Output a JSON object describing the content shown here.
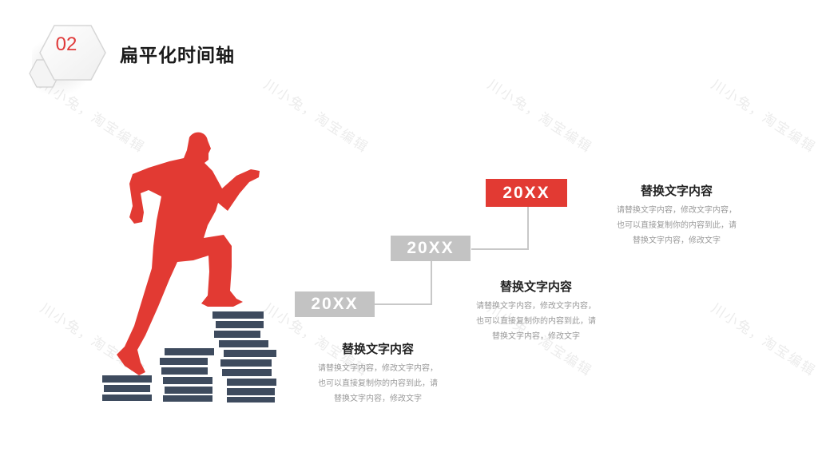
{
  "header": {
    "section_number": "02",
    "title": "扁平化时间轴"
  },
  "watermark": "川小兔，淘宝编辑",
  "timeline": {
    "items": [
      {
        "year": "20XX",
        "style": "gray",
        "title": "替换文字内容",
        "body_line1": "请替换文字内容，修改文字内容，",
        "body_line2": "也可以直接复制你的内容到此，请",
        "body_line3": "替换文字内容，修改文字"
      },
      {
        "year": "20XX",
        "style": "gray",
        "title": "替换文字内容",
        "body_line1": "请替换文字内容，修改文字内容，",
        "body_line2": "也可以直接复制你的内容到此，请",
        "body_line3": "替换文字内容，修改文字"
      },
      {
        "year": "20XX",
        "style": "red",
        "title": "替换文字内容",
        "body_line1": "请替换文字内容，修改文字内容，",
        "body_line2": "也可以直接复制你的内容到此，请",
        "body_line3": "替换文字内容，修改文字"
      }
    ]
  },
  "colors": {
    "accent_red": "#e23a33",
    "year_gray": "#c3c3c3",
    "book_blue": "#3e4b5e",
    "connector_gray": "#c8c8c8"
  },
  "illustration": {
    "subject": "red-runner-climbing-book-stacks"
  }
}
